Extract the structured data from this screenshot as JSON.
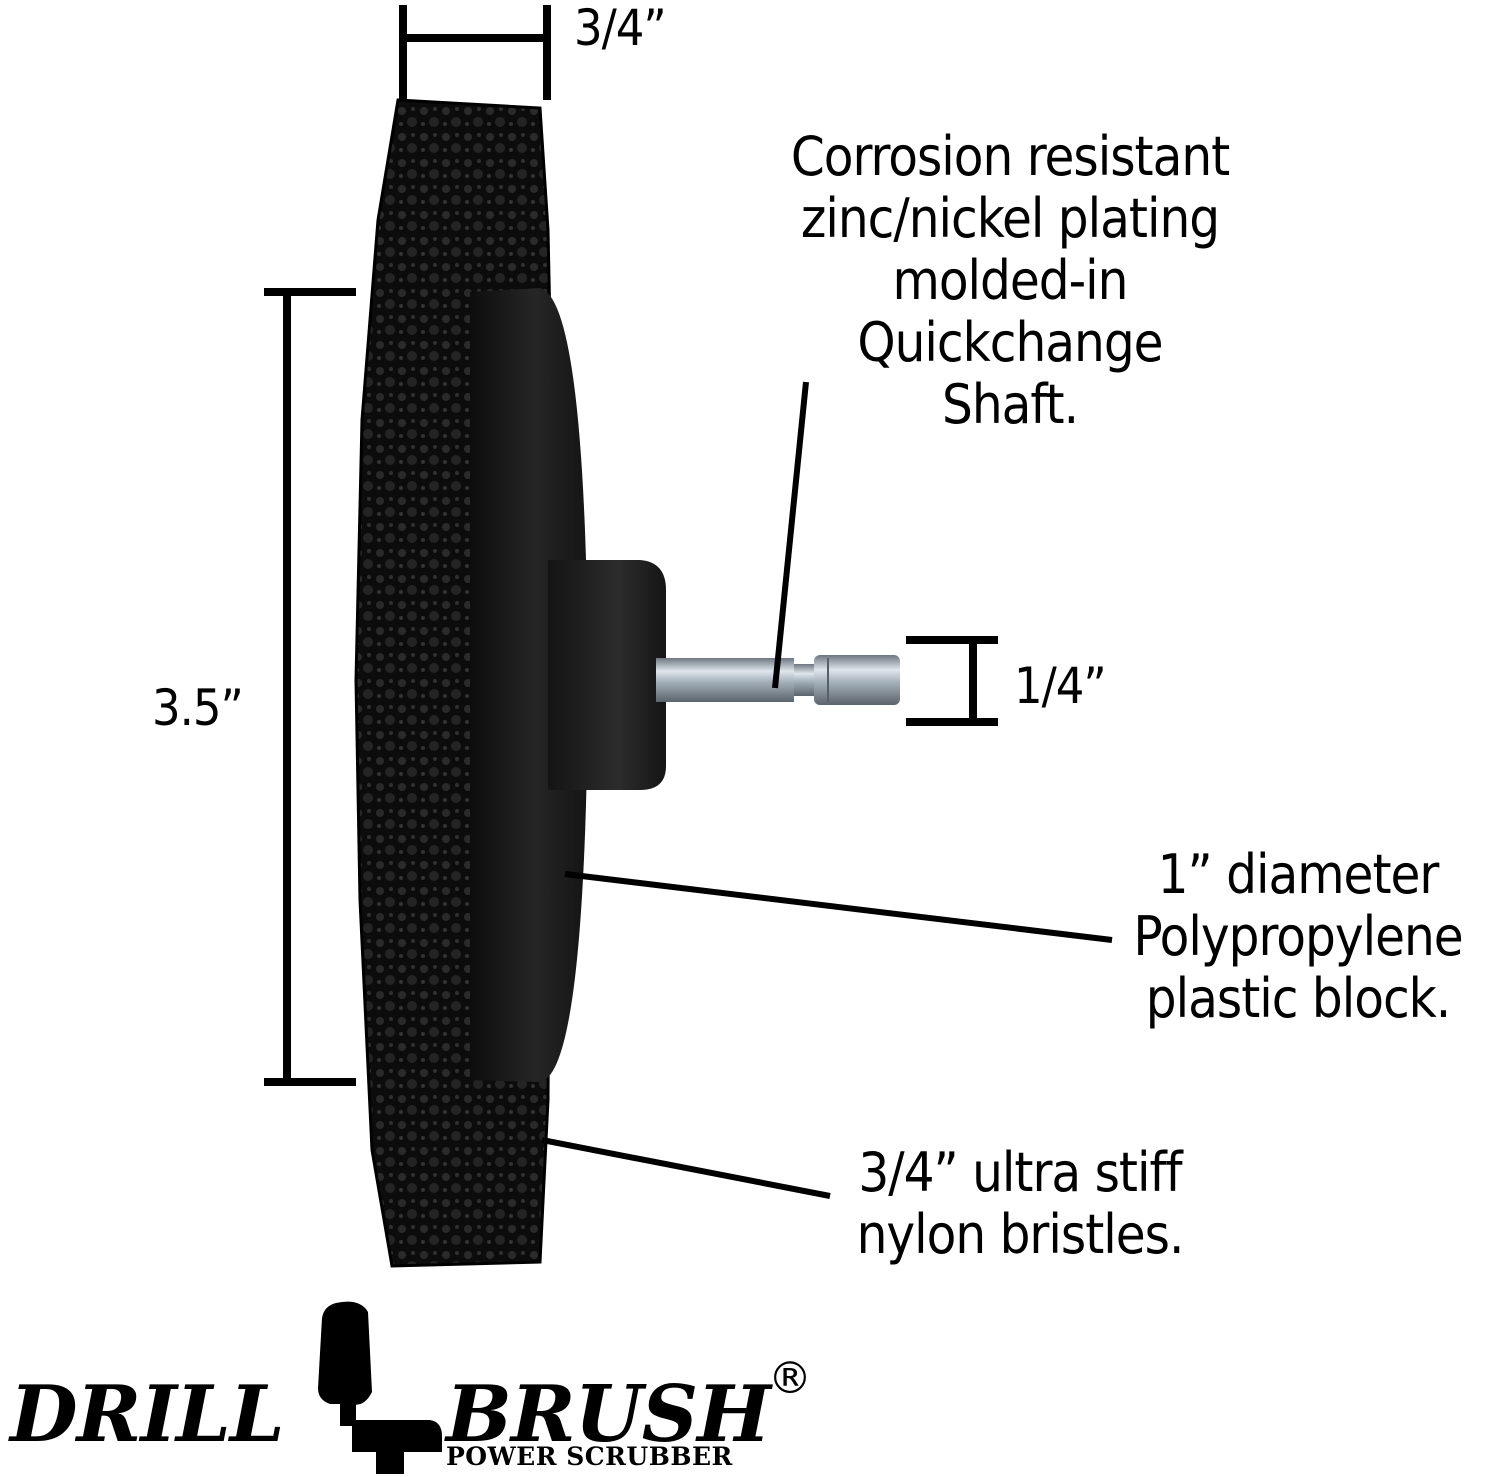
{
  "dimensions": {
    "top_width": "3/4”",
    "height": "3.5”",
    "shaft": "1/4”"
  },
  "callouts": {
    "shaft": [
      "Corrosion resistant",
      "zinc/nickel plating",
      "molded-in",
      "Quickchange",
      "Shaft."
    ],
    "block": [
      "1” diameter",
      "Polypropylene",
      "plastic block."
    ],
    "bristles": [
      "3/4” ultra stiff",
      "nylon bristles."
    ]
  },
  "brand": {
    "word_left": "DRILL",
    "word_right": "BRUSH",
    "tagline": "POWER SCRUBBER",
    "registered": "®"
  },
  "colors": {
    "background": "#ffffff",
    "ink": "#000000",
    "brush": "#111111",
    "block": "#1c1c1c",
    "metal": "#9aa6b0"
  }
}
